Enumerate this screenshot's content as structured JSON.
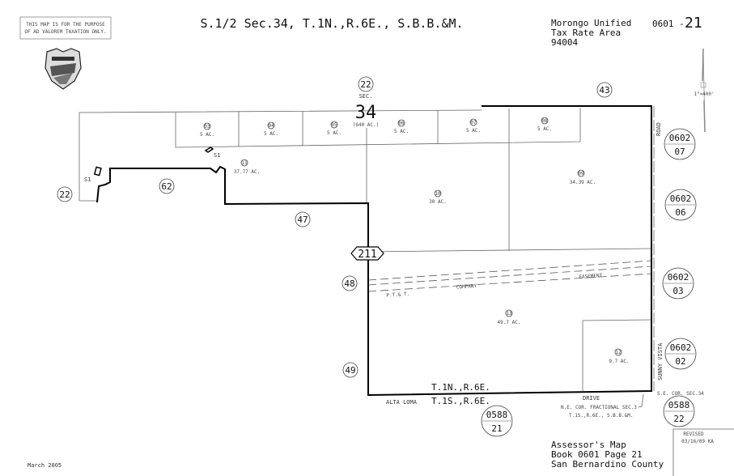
{
  "header": {
    "disclaimer_line1": "THIS MAP IS FOR THE PURPOSE",
    "disclaimer_line2": "OF AD VALOREM TAXATION ONLY.",
    "title": "S.1/2 Sec.34, T.1N.,R.6E., S.B.B.&M.",
    "district_line1": "Morongo Unified",
    "district_line2": "Tax Rate Area",
    "district_line3": "94004",
    "map_number_prefix": "0601 -",
    "map_number_page": "21",
    "scale": "1\"=400'"
  },
  "section": {
    "label": "SEC.",
    "number": "34",
    "area": "(640 AC.)"
  },
  "parcels": [
    {
      "num": "03",
      "area": "5 AC."
    },
    {
      "num": "04",
      "area": "5 AC."
    },
    {
      "num": "05",
      "area": "5 AC."
    },
    {
      "num": "06",
      "area": "5 AC."
    },
    {
      "num": "07",
      "area": "5 AC."
    },
    {
      "num": "08",
      "area": "5 AC."
    },
    {
      "num": "11",
      "area": "37.77 AC."
    },
    {
      "num": "10",
      "area": "30 AC."
    },
    {
      "num": "09",
      "area": "34.39 AC."
    },
    {
      "num": "13",
      "area": "49.7 AC."
    },
    {
      "num": "12",
      "area": "9.7 AC."
    }
  ],
  "adjacent_pages": [
    "22",
    "62",
    "47",
    "22",
    "43",
    "48",
    "49"
  ],
  "adjacent_books": [
    {
      "book": "0602",
      "page": "07"
    },
    {
      "book": "0602",
      "page": "06"
    },
    {
      "book": "0602",
      "page": "03"
    },
    {
      "book": "0602",
      "page": "02"
    },
    {
      "book": "0588",
      "page": "22"
    },
    {
      "book": "0588",
      "page": "21"
    }
  ],
  "highway": "211",
  "labels": {
    "s1_a": "S1",
    "s1_b": "S1",
    "road": "ROAD",
    "sunny_vista": "SUNNY VISTA",
    "drive": "DRIVE",
    "alta_loma": "ALTA LOMA",
    "township_north": "T.1N.,R.6E.",
    "township_south": "T.1S.,R.6E.",
    "easement_1": "P.T.& T.",
    "easement_2": "COMPANY",
    "easement_3": "EASEMENT",
    "se_corner": "S.E. COR. SEC.34",
    "ne_corner_1": "N.E. COR. FRACTIONAL SEC.3",
    "ne_corner_2": "T.1S.,R.6E., S.B.B.&M."
  },
  "revised": {
    "label": "REVISED",
    "date": "03/16/09 KA"
  },
  "footer": {
    "date": "March 2005",
    "line1": "Assessor's Map",
    "line2": "Book 0601 Page 21",
    "line3": "San Bernardino County"
  }
}
